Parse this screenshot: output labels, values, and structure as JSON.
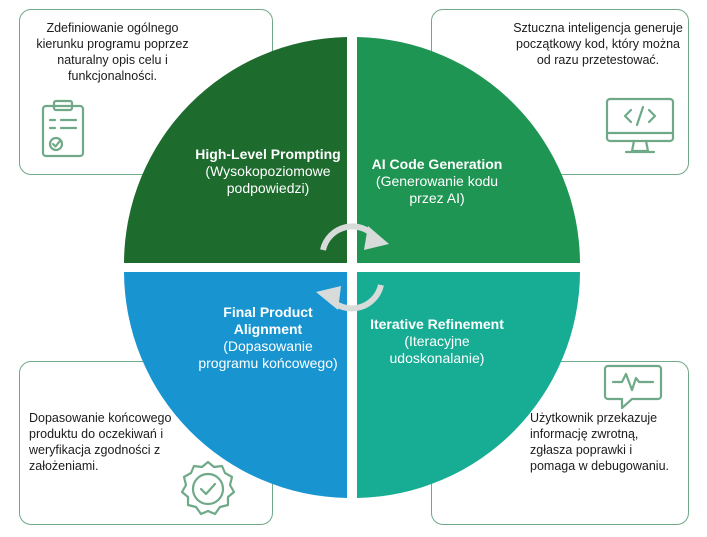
{
  "colors": {
    "box_border": "#6fa987",
    "quadrant_tl": "#1e6b2e",
    "quadrant_tr": "#1f9553",
    "quadrant_bl": "#1895d1",
    "quadrant_br": "#16ad94",
    "cycle_arrows": "#d7dbd9"
  },
  "boxes": {
    "top_left": {
      "text": "Zdefiniowanie ogólnego kierunku programu poprzez naturalny opis celu i funkcjonalności.",
      "icon": "clipboard-check-icon"
    },
    "top_right": {
      "text": "Sztuczna inteligencja generuje początkowy kod, który można od razu przetestować.",
      "icon": "monitor-code-icon"
    },
    "bottom_left": {
      "text": "Dopasowanie końcowego produktu do oczekiwań i weryfikacja zgodności z założeniami.",
      "icon": "verified-badge-icon"
    },
    "bottom_right": {
      "text": "Użytkownik przekazuje informację zwrotną, zgłasza poprawki i pomaga w debugowaniu.",
      "icon": "chat-pulse-icon"
    }
  },
  "quadrants": {
    "top_left": {
      "title": "High-Level Prompting",
      "subtitle": "(Wysokopoziomowe podpowiedzi)"
    },
    "top_right": {
      "title": "AI Code Generation",
      "subtitle": "(Generowanie kodu przez AI)"
    },
    "bottom_left": {
      "title": "Final Product Alignment",
      "subtitle": "(Dopasowanie programu końcowego)"
    },
    "bottom_right": {
      "title": "Iterative Refinement",
      "subtitle": "(Iteracyjne udoskonalanie)"
    }
  }
}
